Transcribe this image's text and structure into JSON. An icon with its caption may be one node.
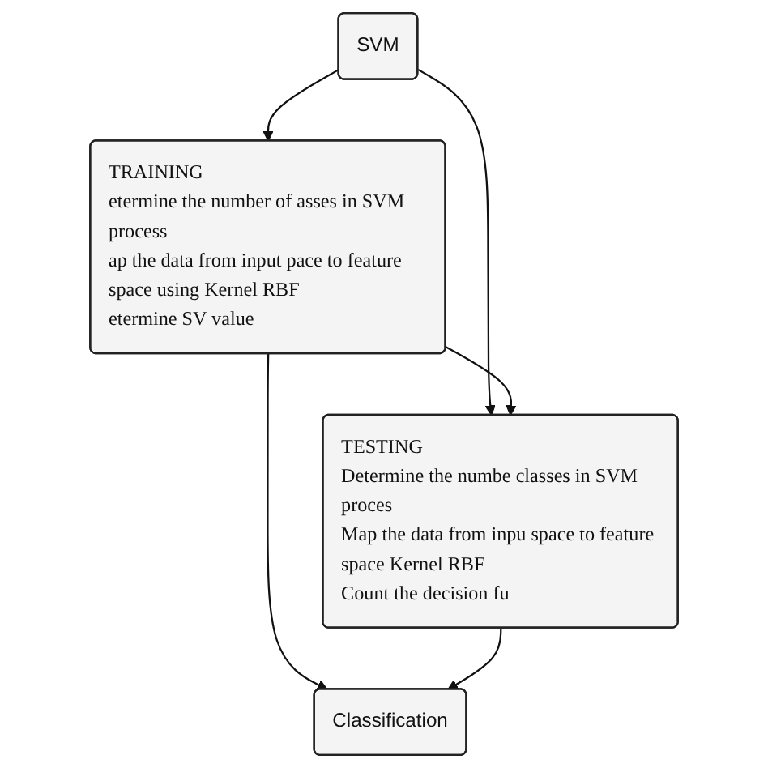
{
  "diagram": {
    "nodes": [
      {
        "text": [
          "SVM"
        ]
      },
      {
        "text": [
          "TRAINING",
          "etermine the number of asses in SVM process",
          "ap the data from input pace to feature space using Kernel RBF",
          "etermine SV value"
        ]
      },
      {
        "text": [
          "TESTING",
          "Determine the numbe classes in SVM proces",
          "Map the data from inpu space to feature space Kernel RBF",
          "Count the decision fu"
        ]
      },
      {
        "text": [
          "Classification"
        ]
      }
    ],
    "edges": [
      {
        "from": 0,
        "to": 1,
        "arrow": "to"
      },
      {
        "from": 0,
        "to": 2,
        "arrow": "to"
      },
      {
        "from": 1,
        "to": 2,
        "arrow": "to"
      },
      {
        "from": 1,
        "to": 3,
        "arrow": "to"
      },
      {
        "from": 2,
        "to": 3,
        "arrow": "to"
      }
    ]
  }
}
